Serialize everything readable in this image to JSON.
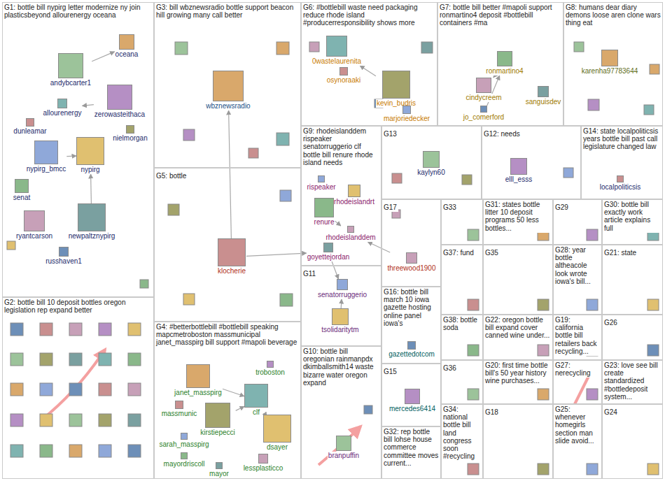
{
  "diagram": {
    "nodes": [
      {
        "text": [
          "G1: bottle bill nypirg letter modernize ny join plasticsbeyond allourenergy oceana"
        ]
      },
      {
        "text": [
          "andybcarter1"
        ],
        "in": 0
      },
      {
        "text": [
          "oceana"
        ],
        "in": 0
      },
      {
        "text": [
          "zerowasteithaca"
        ],
        "in": 0
      },
      {
        "text": [
          "allourenergy"
        ],
        "in": 0
      },
      {
        "text": [
          "dunleamar"
        ],
        "in": 0
      },
      {
        "text": [
          "nielmorgan"
        ],
        "in": 0
      },
      {
        "text": [
          "nypirg_bmcc"
        ],
        "in": 0
      },
      {
        "text": [
          "nypirg"
        ],
        "in": 0
      },
      {
        "text": [
          "senat"
        ],
        "in": 0
      },
      {
        "text": [
          "ryantcarson"
        ],
        "in": 0
      },
      {
        "text": [
          "newpaltznypirg"
        ],
        "in": 0
      },
      {
        "text": [
          "russhaven1"
        ],
        "in": 0
      },
      {
        "text": [
          "G3: bill wbznewsradio bottle support beacon hill growing many call better"
        ]
      },
      {
        "text": [
          "wbznewsradio"
        ],
        "in": 13
      },
      {
        "text": [
          "G6: #bottlebill waste need packaging reduce rhode island #producerresponsibility shows more"
        ]
      },
      {
        "text": [
          "0wastelaurenita"
        ],
        "in": 15
      },
      {
        "text": [
          "osynoraaki"
        ],
        "in": 15
      },
      {
        "text": [
          "kevin_budris"
        ],
        "in": 15
      },
      {
        "text": [
          "marjoriedecker"
        ],
        "in": 15
      },
      {
        "text": [
          "G7: bottle bill better #mapoli support ronmartino4 deposit #bottlebill containers #ma"
        ]
      },
      {
        "text": [
          "ronmartino4"
        ],
        "in": 20
      },
      {
        "text": [
          "cindycreem"
        ],
        "in": 20
      },
      {
        "text": [
          "sanguisdev"
        ],
        "in": 20
      },
      {
        "text": [
          "jo_comerford"
        ],
        "in": 20
      },
      {
        "text": [
          "G8: humans dear diary demons loose aren clone wars thing eat"
        ]
      },
      {
        "text": [
          "karenha97783644"
        ],
        "in": 25
      },
      {
        "text": [
          "G2: bottle bill 10 deposit bottles oregon legislation rep expand better"
        ]
      },
      {
        "text": [
          "G5: bottle"
        ]
      },
      {
        "text": [
          "klocherie"
        ],
        "in": 28
      },
      {
        "text": [
          "G9: rhodeislanddem rispeaker senatorruggerio clf bottle bill renure rhode island needs"
        ]
      },
      {
        "text": [
          "rispeaker"
        ],
        "in": 30
      },
      {
        "text": [
          "rhodeislandrt"
        ],
        "in": 30
      },
      {
        "text": [
          "renure"
        ],
        "in": 30
      },
      {
        "text": [
          "rhodeislanddem"
        ],
        "in": 30
      },
      {
        "text": [
          "goyettejordan"
        ],
        "in": 30
      },
      {
        "text": [
          "G13"
        ]
      },
      {
        "text": [
          "kaylyn60"
        ],
        "in": 36
      },
      {
        "text": [
          "G12: needs"
        ]
      },
      {
        "text": [
          "elll_esss"
        ],
        "in": 38
      },
      {
        "text": [
          "G14: state localpoliticsis years bottle bill past call legislature changed law"
        ]
      },
      {
        "text": [
          "localpoliticsis"
        ],
        "in": 40
      },
      {
        "text": [
          "G11"
        ]
      },
      {
        "text": [
          "senatorruggerio"
        ],
        "in": 42
      },
      {
        "text": [
          "tsolidaritytm"
        ],
        "in": 42
      },
      {
        "text": [
          "G17"
        ]
      },
      {
        "text": [
          "threewood1900"
        ],
        "in": 45
      },
      {
        "text": [
          "G16: bottle bill march 10 iowa gazette hosting online panel iowa's"
        ]
      },
      {
        "text": [
          "gazettedotcom"
        ],
        "in": 47
      },
      {
        "text": [
          "G4: #betterbottlebill #bottlebill speaking mapcmetroboston massmunicipal janet_masspirg bill support #mapoli beverage"
        ]
      },
      {
        "text": [
          "janet_masspirg"
        ],
        "in": 49
      },
      {
        "text": [
          "troboston"
        ],
        "in": 49
      },
      {
        "text": [
          "clf"
        ],
        "in": 49
      },
      {
        "text": [
          "massmunic"
        ],
        "in": 49
      },
      {
        "text": [
          "kirstiepecci"
        ],
        "in": 49
      },
      {
        "text": [
          "sarah_masspirg"
        ],
        "in": 49
      },
      {
        "text": [
          "dsayer"
        ],
        "in": 49
      },
      {
        "text": [
          "mayordriscoll"
        ],
        "in": 49
      },
      {
        "text": [
          "lessplasticco"
        ],
        "in": 49
      },
      {
        "text": [
          "mayor"
        ],
        "in": 49
      },
      {
        "text": [
          "G10: bottle bill oregonian rainmanpdx dkimballsmith14 waste bizarre water oregon expand"
        ]
      },
      {
        "text": [
          "branpuffin"
        ],
        "in": 60
      },
      {
        "text": [
          "G15"
        ]
      },
      {
        "text": [
          "mercedes6414"
        ],
        "in": 62
      },
      {
        "text": [
          "G32: rep bottle bill lohse house commerce committee moves current..."
        ]
      },
      {
        "text": [
          "G33"
        ]
      },
      {
        "text": [
          "G31: states bottle litter 10 deposit programs 50 less bottles..."
        ]
      },
      {
        "text": [
          "G29"
        ]
      },
      {
        "text": [
          "G30: bottle bill exactly work article explains full"
        ]
      },
      {
        "text": [
          "G37: fund"
        ]
      },
      {
        "text": [
          "G35"
        ]
      },
      {
        "text": [
          "G28: year bottle altheacole look wrote iowa's bill..."
        ]
      },
      {
        "text": [
          "G21: state"
        ]
      },
      {
        "text": [
          "G38: bottle soda"
        ]
      },
      {
        "text": [
          "G22: oregon bottle bill expand cover canned wine under..."
        ]
      },
      {
        "text": [
          "G19: california bottle bill retailers back recycling..."
        ]
      },
      {
        "text": [
          "G26"
        ]
      },
      {
        "text": [
          "G36"
        ]
      },
      {
        "text": [
          "G20: first time bottle bill's 50 year history wine purchases..."
        ]
      },
      {
        "text": [
          "G27: nerecycling"
        ]
      },
      {
        "text": [
          "G23: love see bill create standardized #bottledeposit system..."
        ]
      },
      {
        "text": [
          "G34: national bottle bill land congress soon #recycling"
        ]
      },
      {
        "text": [
          "G18"
        ]
      },
      {
        "text": [
          "G25: whenever homegirls section man slide avoid..."
        ]
      },
      {
        "text": [
          "G24"
        ]
      }
    ],
    "edges": [
      {
        "from": 7,
        "to": 8,
        "arrow": "to"
      },
      {
        "from": 11,
        "to": 8,
        "arrow": "to"
      },
      {
        "from": 3,
        "to": 4,
        "arrow": "to"
      },
      {
        "from": 1,
        "to": 2,
        "arrow": "to"
      },
      {
        "from": 29,
        "to": 14,
        "arrow": "to"
      },
      {
        "from": 50,
        "to": 52,
        "arrow": "to"
      },
      {
        "from": 54,
        "to": 52,
        "arrow": "to"
      },
      {
        "from": 56,
        "to": 52,
        "arrow": "to"
      },
      {
        "from": 33,
        "to": 34,
        "arrow": "to"
      },
      {
        "from": 35,
        "to": 43,
        "arrow": "to"
      },
      {
        "from": 44,
        "to": 43,
        "arrow": "to"
      },
      {
        "from": 46,
        "to": 34,
        "arrow": "to"
      },
      {
        "from": 18,
        "to": 16,
        "arrow": "to"
      },
      {
        "from": 21,
        "to": 22,
        "arrow": "to"
      },
      {
        "from": 24,
        "to": 21,
        "arrow": "to"
      },
      {
        "from": 29,
        "to": 35,
        "arrow": "to"
      }
    ]
  }
}
